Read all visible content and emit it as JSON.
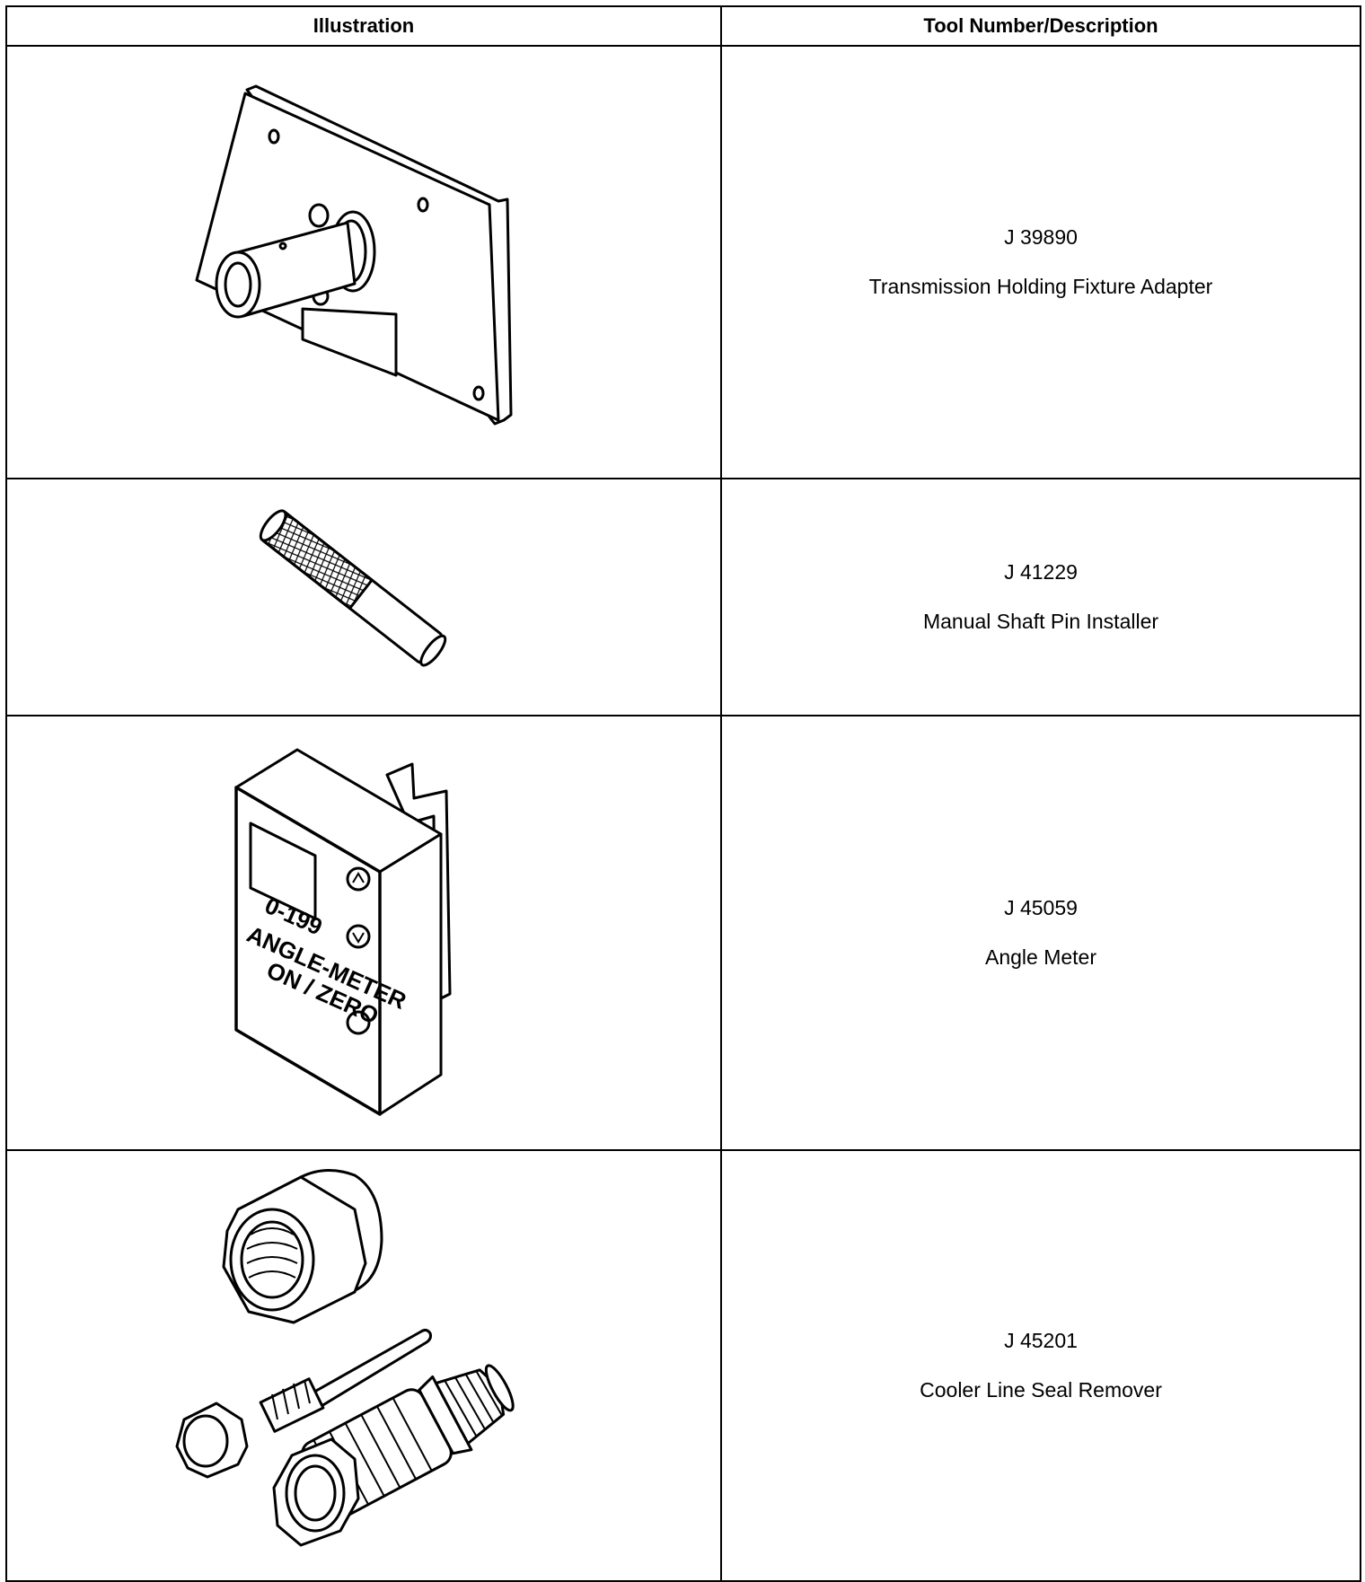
{
  "table": {
    "header_illustration": "Illustration",
    "header_tool": "Tool Number/Description",
    "rows": [
      {
        "number": "J 39890",
        "description": "Transmission Holding Fixture Adapter",
        "illustration_icon": "holding-fixture-adapter-icon"
      },
      {
        "number": "J 41229",
        "description": "Manual Shaft Pin Installer",
        "illustration_icon": "pin-installer-icon"
      },
      {
        "number": "J 45059",
        "description": "Angle Meter",
        "illustration_icon": "angle-meter-icon",
        "illustration_text": {
          "range": "0-199",
          "model": "ANGLE-METER",
          "button": "ON / ZERO"
        }
      },
      {
        "number": "J 45201",
        "description": "Cooler Line Seal Remover",
        "illustration_icon": "seal-remover-icon"
      }
    ]
  }
}
